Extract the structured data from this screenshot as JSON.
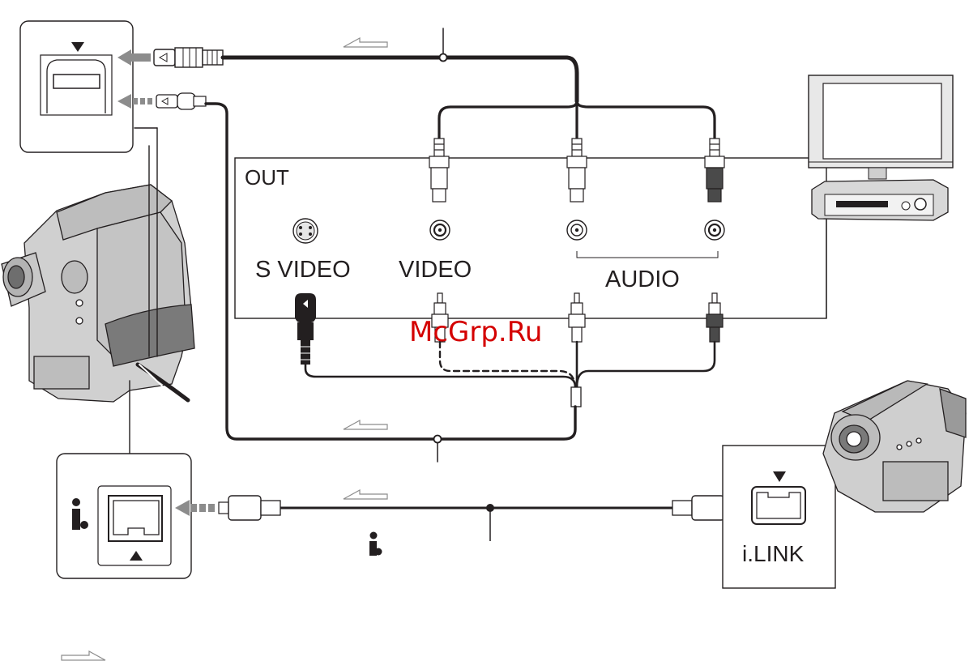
{
  "labels": {
    "out": "OUT",
    "s_video": "S VIDEO",
    "video": "VIDEO",
    "audio": "AUDIO",
    "ilink": "i.LINK",
    "watermark": "McGrp.Ru"
  },
  "colors": {
    "line": "#231f20",
    "arrow_gray": "#8c8c8c",
    "device_gray": "#b5b5b5",
    "watermark": "#d40000"
  },
  "icons": {
    "av_jack_arrow": "triangle-down",
    "dv_jack_arrow": "triangle-down",
    "dv_jack_arrow_bottom": "triangle-up",
    "ilink_symbol": "i-dot-icon"
  }
}
